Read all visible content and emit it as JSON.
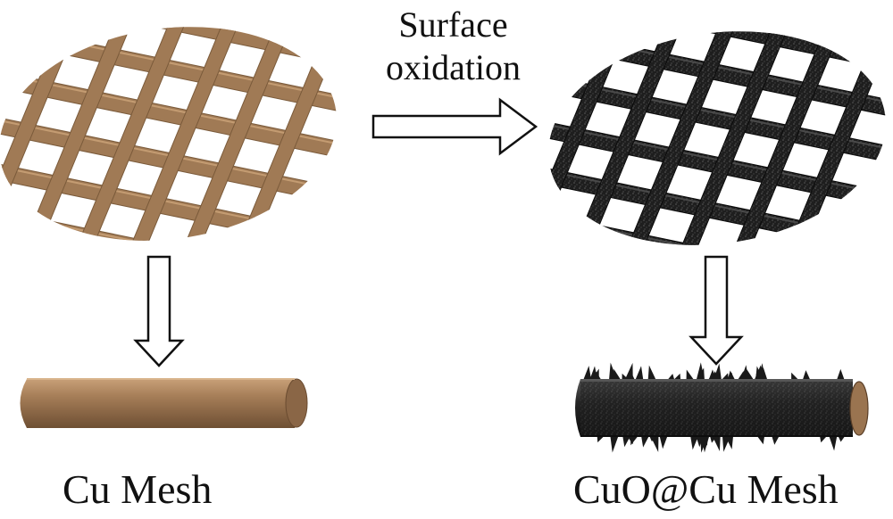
{
  "process": {
    "line1": "Surface",
    "line2": "oxidation"
  },
  "labels": {
    "left": "Cu Mesh",
    "right": "CuO@Cu Mesh"
  },
  "colors": {
    "copper": "#a07a55",
    "copper_dark": "#7a5a3a",
    "copper_light": "#c49c72",
    "oxide": "#1c1c1c",
    "oxide_dark": "#0a0a0a",
    "oxide_light": "#4a4a4a",
    "arrow_stroke": "#111111",
    "arrow_fill": "#ffffff"
  }
}
